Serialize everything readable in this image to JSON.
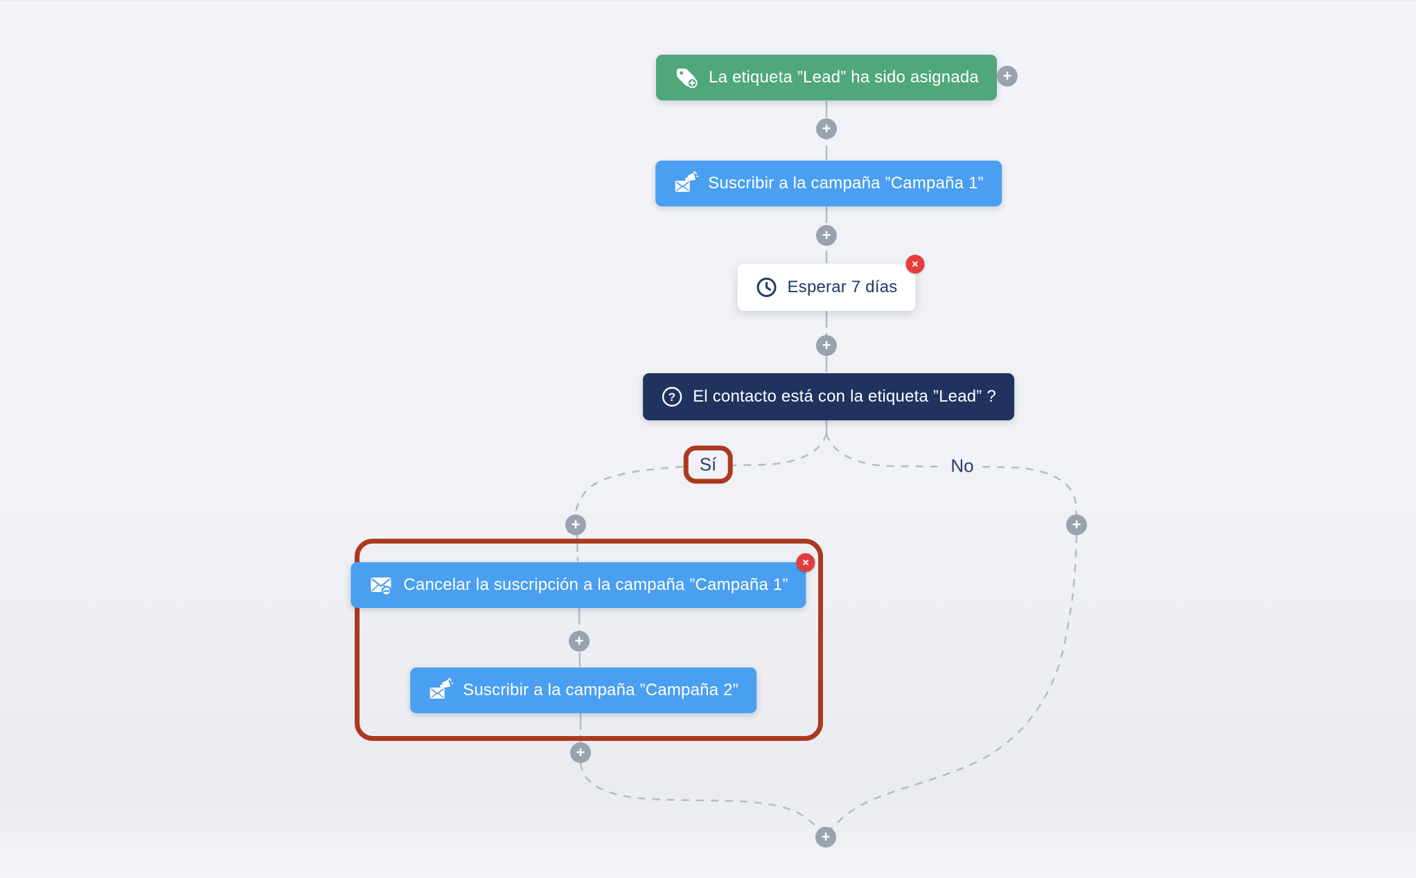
{
  "workflow": {
    "trigger": {
      "label": "La etiqueta ”Lead” ha sido asignada"
    },
    "subscribe1": {
      "label": "Suscribir a la campaña ”Campaña 1”"
    },
    "wait": {
      "label": "Esperar 7 días"
    },
    "condition": {
      "label": "El contacto está con la etiqueta ”Lead” ?"
    },
    "unsubscribe1": {
      "label": "Cancelar la suscripción a la campaña ”Campaña 1”"
    },
    "subscribe2": {
      "label": "Suscribir a la campaña ”Campaña 2”"
    },
    "branches": {
      "yes": "Sí",
      "no": "No"
    }
  },
  "controls": {
    "add_step_glyph": "+",
    "delete_glyph": "✕"
  },
  "colors": {
    "trigger_green": "#4fa77a",
    "action_blue": "#4a9ff0",
    "condition_navy": "#20335f",
    "wait_text_navy": "#1f3a66",
    "selection_red": "#ab3920",
    "delete_red": "#e23c3c",
    "connector_gray": "#b5bbc5",
    "plus_gray": "#9aa2ad"
  }
}
